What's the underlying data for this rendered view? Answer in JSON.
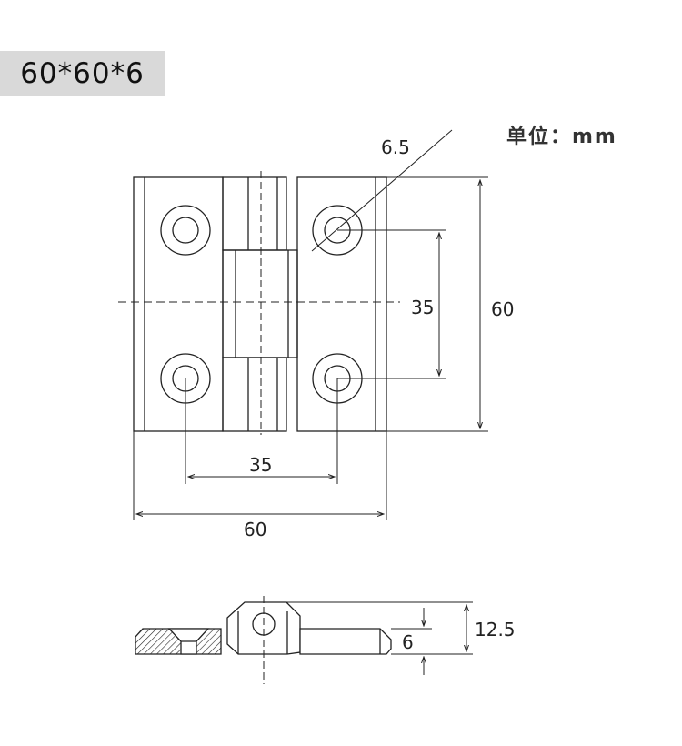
{
  "header": {
    "size_spec": "60*60*6",
    "unit": "单位：mm"
  },
  "front_view": {
    "dimensions": {
      "hole_diameter": "6.5",
      "hole_spacing_vertical": "35",
      "overall_height": "60",
      "hole_spacing_horizontal": "35",
      "overall_width": "60"
    }
  },
  "side_view": {
    "dimensions": {
      "leaf_thickness": "6",
      "knuckle_height": "12.5"
    }
  },
  "colors": {
    "line": "#222222",
    "title_badge": "#d9d9d9"
  }
}
